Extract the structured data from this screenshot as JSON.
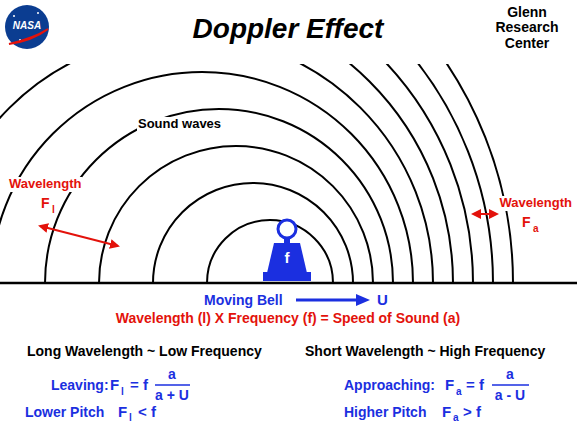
{
  "diagram": {
    "title": "Doppler Effect",
    "labels": [
      "NASA",
      "Glenn Research Center",
      "Sound waves",
      "Wavelength",
      "F",
      "l",
      "Wavelength",
      "F",
      "a",
      "f",
      "Moving Bell",
      "U",
      "Wavelength (l) X Frequency (f) = Speed of Sound (a)",
      "Long Wavelength ~ Low Frequency",
      "Short Wavelength ~ High Frequency",
      "Leaving:",
      "F",
      "l",
      "= f",
      "a",
      "a + U",
      "Lower Pitch",
      "F",
      "l",
      "< f",
      "Approaching:",
      "F",
      "a",
      "= f",
      "a",
      "a - U",
      "Higher Pitch",
      "F",
      "a",
      "> f"
    ]
  }
}
